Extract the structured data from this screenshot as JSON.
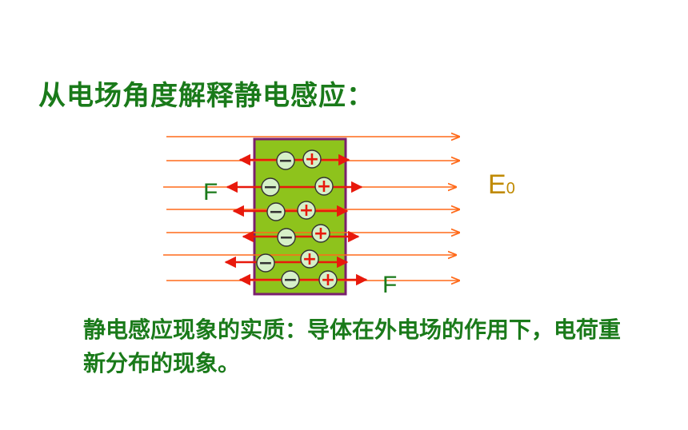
{
  "title": "从电场角度解释静电感应：",
  "diagram": {
    "field_label": "E",
    "field_label_subscript": "0",
    "force_label_left": "F",
    "force_label_right": "F",
    "negative_symbol": "−",
    "positive_symbol": "+",
    "charge_rows": 6,
    "colors": {
      "field_line": "#ff6a1a",
      "force_arrow": "#e8190c",
      "conductor_fill": "#8ec31c",
      "conductor_border": "#7a1f6e",
      "charge_fill": "#d6f0c8",
      "charge_border": "#333333",
      "positive_sign": "#e8190c",
      "negative_sign": "#333333",
      "field_label": "#c08a00",
      "force_label": "#1a7a1a"
    }
  },
  "conclusion": "静电感应现象的实质：导体在外电场的作用下，电荷重新分布的现象。"
}
